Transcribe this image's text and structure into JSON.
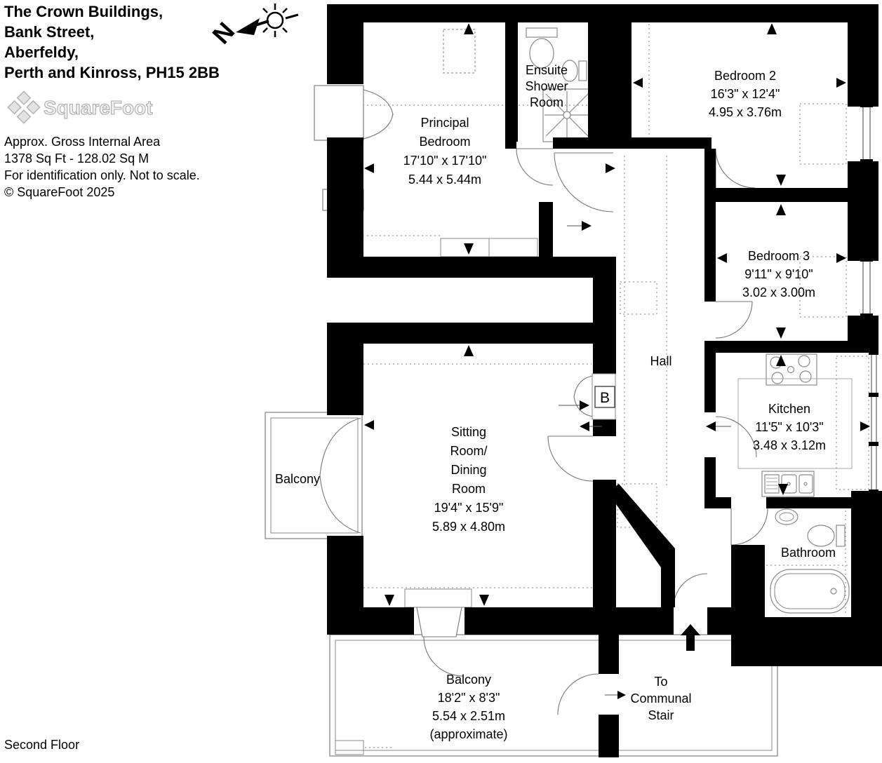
{
  "header": {
    "address_lines": [
      "The Crown Buildings,",
      "Bank Street,",
      "Aberfeldy,",
      "Perth and Kinross, PH15 2BB"
    ],
    "logo_text": "SquareFoot",
    "area_lines": [
      "Approx. Gross Internal Area",
      "1378 Sq Ft  -  128.02 Sq M",
      "For identification only. Not to scale.",
      "© SquareFoot 2025"
    ]
  },
  "floor_label": "Second Floor",
  "compass": {
    "north": "N"
  },
  "rooms": {
    "principal": {
      "line1": "Principal",
      "line2": "Bedroom",
      "imperial": "17'10\" x 17'10\"",
      "metric": "5.44 x 5.44m"
    },
    "ensuite": {
      "line1": "Ensuite",
      "line2": "Shower",
      "line3": "Room"
    },
    "bedroom2": {
      "name": "Bedroom 2",
      "imperial": "16'3\" x 12'4\"",
      "metric": "4.95 x 3.76m"
    },
    "bedroom3": {
      "name": "Bedroom 3",
      "imperial": "9'11\" x 9'10\"",
      "metric": "3.02 x 3.00m"
    },
    "hall": {
      "name": "Hall"
    },
    "kitchen": {
      "name": "Kitchen",
      "imperial": "11'5\" x 10'3\"",
      "metric": "3.48 x 3.12m"
    },
    "sitting": {
      "line1": "Sitting",
      "line2": "Room/",
      "line3": "Dining",
      "line4": "Room",
      "imperial": "19'4\" x 15'9\"",
      "metric": "5.89 x 4.80m"
    },
    "bathroom": {
      "name": "Bathroom"
    },
    "balcony_left": {
      "name": "Balcony"
    },
    "balcony_bottom": {
      "name": "Balcony",
      "imperial": "18'2\" x 8'3\"",
      "metric": "5.54 x 2.51m",
      "note": "(approximate)"
    },
    "boiler": {
      "label": "B"
    },
    "stair": {
      "line1": "To",
      "line2": "Communal",
      "line3": "Stair"
    }
  }
}
